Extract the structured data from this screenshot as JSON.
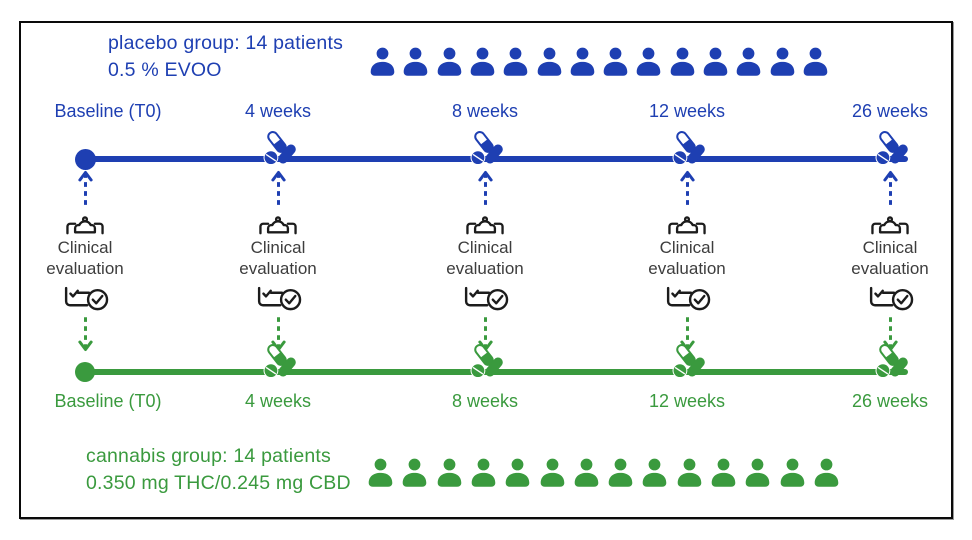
{
  "placebo_group": {
    "label_line1": "placebo group: 14 patients",
    "label_line2": "0.5 % EVOO",
    "patient_count": 14,
    "color": "#1e3fb2"
  },
  "cannabis_group": {
    "label_line1": "cannabis group: 14 patients",
    "label_line2": "0.350 mg THC/0.245 mg CBD",
    "patient_count": 14,
    "color": "#3a9a3e"
  },
  "timepoints": [
    "Baseline (T0)",
    "4 weeks",
    "8 weeks",
    "12 weeks",
    "26 weeks"
  ],
  "evaluation_label": {
    "line1": "Clinical",
    "line2": "evaluation"
  },
  "icons": {
    "person": "person-icon",
    "pills": "pills-icon",
    "clipboard": "clipboard-icon",
    "checklist": "checklist-check-icon",
    "arrow_up": "arrow-up-icon",
    "arrow_down": "arrow-down-icon",
    "timeline_dot": "timeline-dot"
  },
  "colors": {
    "placebo_blue": "#1e3fb2",
    "cannabis_green": "#3a9a3e",
    "icon_black": "#1c1c1c",
    "evaluation_text": "#3d3d3d",
    "border": "#0a0a0a"
  }
}
